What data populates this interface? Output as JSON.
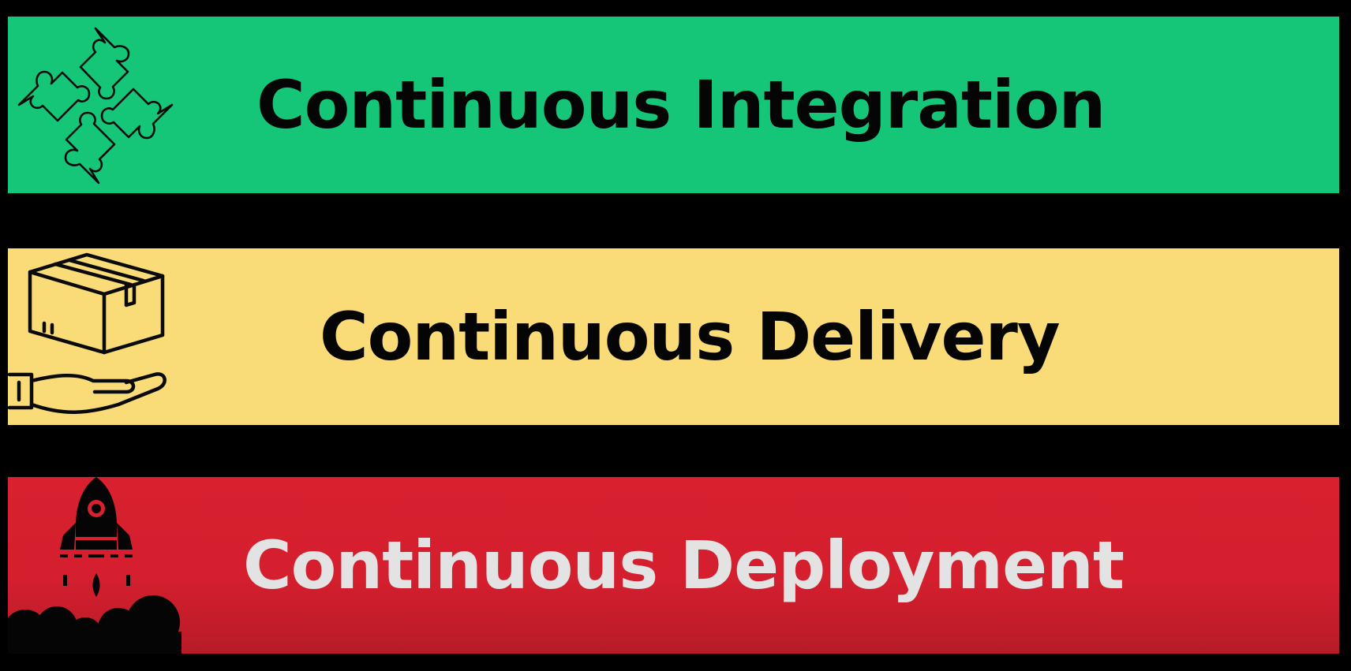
{
  "bands": [
    {
      "label": "Continuous Integration",
      "icon": "puzzle-icon",
      "color": "#16c678"
    },
    {
      "label": "Continuous Delivery",
      "icon": "box-in-hand-icon",
      "color": "#f9db78"
    },
    {
      "label": "Continuous Deployment",
      "icon": "rocket-icon",
      "color": "#d8202f"
    }
  ]
}
